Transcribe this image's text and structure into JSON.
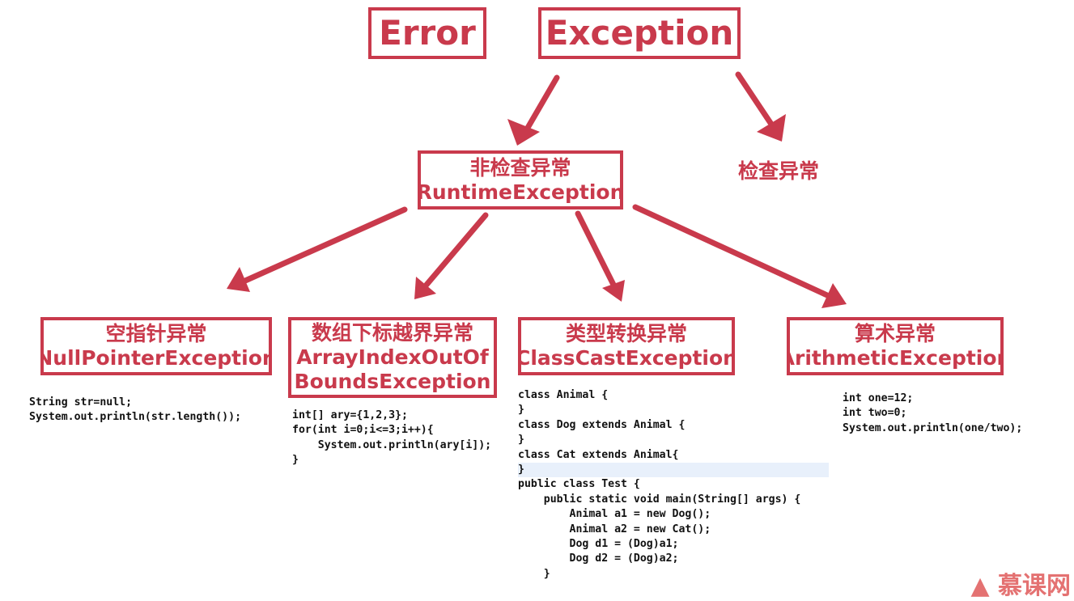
{
  "top": {
    "error": "Error",
    "exception": "Exception"
  },
  "runtime": {
    "zh": "非检查异常",
    "en": "RuntimeException"
  },
  "checked": "检查异常",
  "categories": [
    {
      "zh": "空指针异常",
      "en": [
        "NullPointerException"
      ]
    },
    {
      "zh": "数组下标越界异常",
      "en": [
        "ArrayIndexOutOf",
        "BoundsException"
      ]
    },
    {
      "zh": "类型转换异常",
      "en": [
        "ClassCastException"
      ]
    },
    {
      "zh": "算术异常",
      "en": [
        "ArithmeticException"
      ]
    }
  ],
  "code": {
    "nullpointer": [
      "String str=null;",
      "System.out.println(str.length());"
    ],
    "arrayindex": [
      "int[] ary={1,2,3};",
      "for(int i=0;i<=3;i++){",
      "    System.out.println(ary[i]);",
      "}"
    ],
    "classcast": [
      "class Animal {",
      "}",
      "class Dog extends Animal {",
      "}",
      "class Cat extends Animal{",
      "}",
      "public class Test {",
      "    public static void main(String[] args) {",
      "        Animal a1 = new Dog();",
      "        Animal a2 = new Cat();",
      "        Dog d1 = (Dog)a1;",
      "        Dog d2 = (Dog)a2;",
      "    }"
    ],
    "arithmetic": [
      "int one=12;",
      "int two=0;",
      "System.out.println(one/two);"
    ]
  },
  "watermark": "慕课网",
  "colors": {
    "accent": "#c93a4c"
  }
}
